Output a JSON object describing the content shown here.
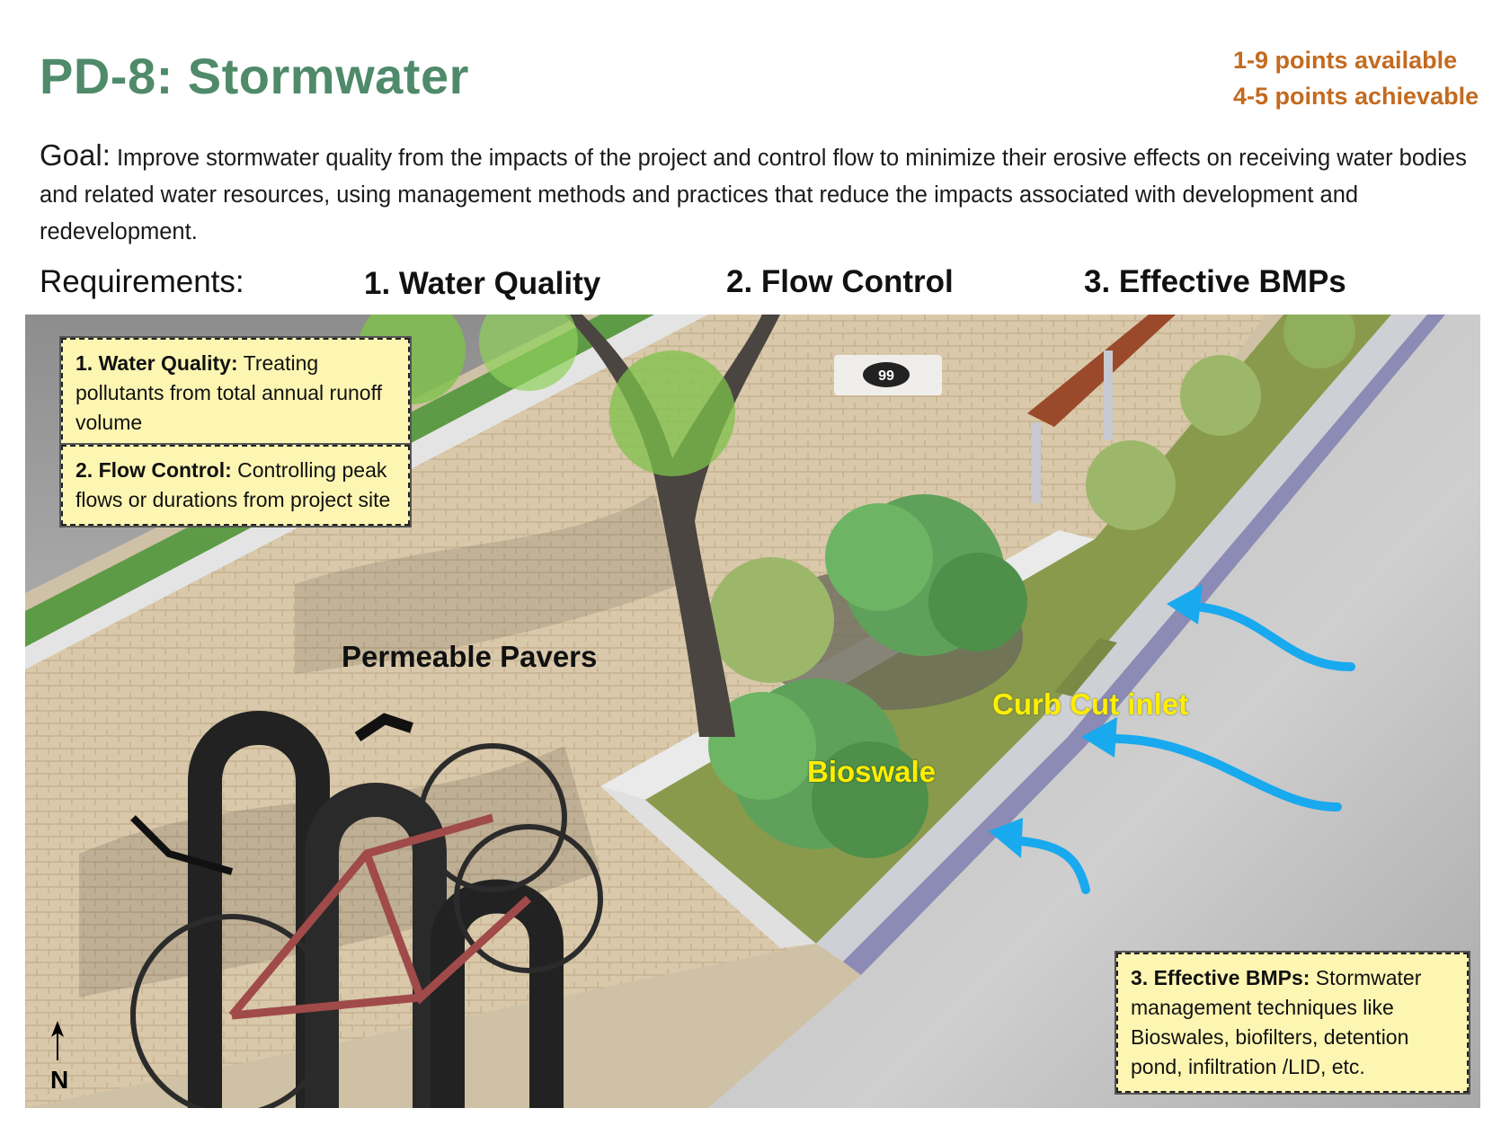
{
  "header": {
    "title": "PD-8: Stormwater",
    "points_available": "1-9 points available",
    "points_achievable": "4-5 points achievable"
  },
  "goal": {
    "label": "Goal:",
    "text": "Improve stormwater quality from the impacts of the project and control flow to minimize their erosive effects on receiving water bodies and related water resources, using management methods and practices that reduce the impacts associated with development and redevelopment."
  },
  "requirements": {
    "label": "Requirements:",
    "items": [
      "1. Water Quality",
      "2. Flow Control",
      "3. Effective BMPs"
    ]
  },
  "callouts": [
    {
      "title": "1. Water Quality:",
      "text": "Treating pollutants from total annual runoff volume"
    },
    {
      "title": "2. Flow Control:",
      "text": "Controlling peak flows or durations from project site"
    },
    {
      "title": "3. Effective BMPs:",
      "text": "Stormwater management techniques like Bioswales, biofilters, detention pond, infiltration /LID, etc."
    }
  ],
  "scene_labels": {
    "pavers": "Permeable Pavers",
    "curb_cut": "Curb Cut inlet",
    "bioswale": "Bioswale",
    "north": "N",
    "sign_number": "99"
  },
  "colors": {
    "title": "#4f8a6a",
    "points": "#c46a1f",
    "callout_bg": "#fdf6b2",
    "flow_arrow": "#19a9ef",
    "scene_label": "#ffee00"
  }
}
